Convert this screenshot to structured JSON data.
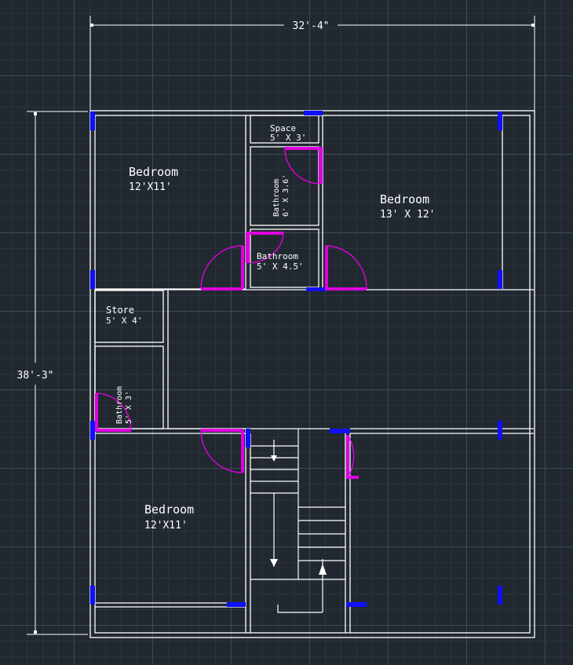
{
  "dimensions": {
    "width_label": "32'-4\"",
    "height_label": "38'-3\""
  },
  "rooms": {
    "bedroom_top_left": {
      "name": "Bedroom",
      "size": "12'X11'"
    },
    "bedroom_top_right": {
      "name": "Bedroom",
      "size": "13' X 12'"
    },
    "bedroom_bottom_left": {
      "name": "Bedroom",
      "size": "12'X11'"
    },
    "space": {
      "name": "Space",
      "size": "5' X 3'"
    },
    "bathroom_vertical_top": {
      "name": "Bathroom",
      "size": "6' X 3.6'"
    },
    "bathroom_center": {
      "name": "Bathroom",
      "size": "5' X 4.5'"
    },
    "store": {
      "name": "Store",
      "size": "5' X 4'"
    },
    "bathroom_vertical_left": {
      "name": "Bathroom",
      "size": "5' X 3'"
    }
  },
  "colors": {
    "background": "#212830",
    "wall": "#ffffff",
    "door": "#e000e0",
    "window": "#1010ff"
  }
}
